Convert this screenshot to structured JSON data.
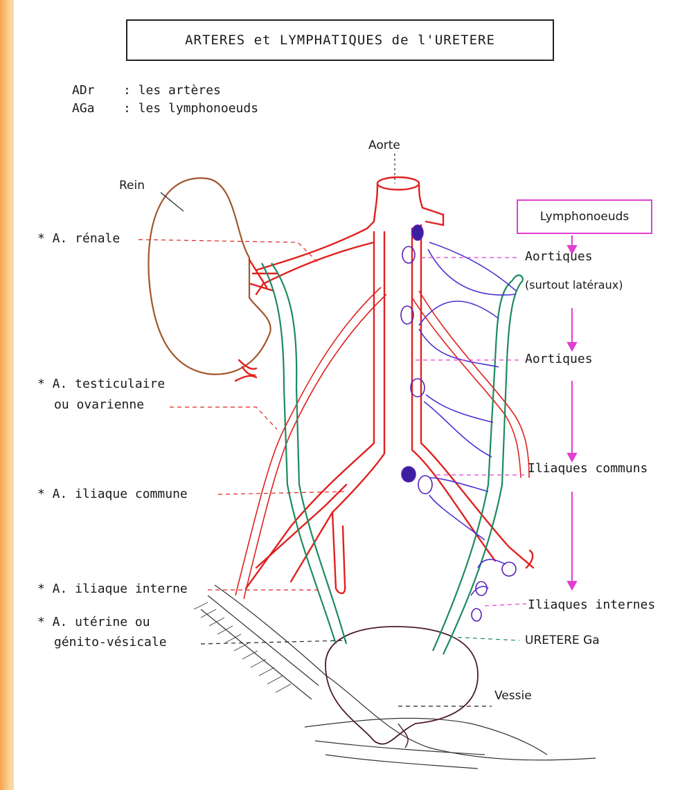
{
  "title": "ARTERES et LYMPHATIQUES de l'URETERE",
  "legend": [
    {
      "key": "ADr",
      "text": ": les artères"
    },
    {
      "key": "AGa",
      "text": ": les lymphonoeuds"
    }
  ],
  "labels": {
    "aorte": "Aorte",
    "rein": "Rein",
    "renale": "* A. rénale",
    "testiculaire_1": "* A. testiculaire",
    "testiculaire_2": "ou ovarienne",
    "iliaque_commune": "* A. iliaque commune",
    "iliaque_interne": "* A. iliaque interne",
    "uterine_1": "* A. utérine ou",
    "uterine_2": "génito-vésicale",
    "lymphonoeuds": "Lymphonoeuds",
    "aortiques_1": "Aortiques",
    "surtout_lateraux": "(surtout latéraux)",
    "aortiques_2": "Aortiques",
    "iliaques_communs": "Iliaques communs",
    "iliaques_internes": "Iliaques internes",
    "uretere_ga": "URETERE Ga",
    "vessie": "Vessie"
  },
  "colors": {
    "artery": "#e0201e",
    "ureter": "#1d8a5e",
    "kidney": "#a0552a",
    "lymph_node": "#5a1fb4",
    "lymph_vessel": "#4b2fd2",
    "lymph_label": "#e03fd0"
  }
}
